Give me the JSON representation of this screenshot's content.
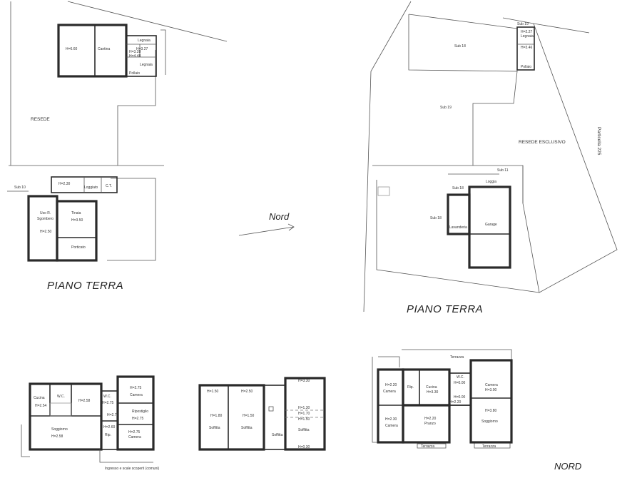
{
  "titles": {
    "piano_terra_left": "PIANO TERRA",
    "piano_terra_right": "PIANO TERRA",
    "nord_arrow": "Nord",
    "nord_bottom": "NORD"
  },
  "top_left": {
    "resede": "RESEDE",
    "h1": "H=6.60",
    "cantina": "Cantina",
    "legnaia1": "Legnaia",
    "h2": "H=3.27",
    "h3": "H=3.28",
    "h4": "H=4.48",
    "legnaia2": "Legnaia",
    "pollaio": "Pollaio"
  },
  "top_right": {
    "sub19a": "Sub 19",
    "sub18": "Sub 18",
    "sub19b": "Sub 19",
    "legnaia": "Legnaia",
    "pollaio": "Pollaio",
    "h1": "H=2.27",
    "h2": "H=3.46",
    "resede_esclusivo": "RESEDE ESCLUSIVO",
    "particella": "Particella 225"
  },
  "mid_left": {
    "sub10": "Sub 10",
    "h1": "H=2.30",
    "loggiato": "Loggiato",
    "ct": "C.T.",
    "uso": "Uso R.",
    "sgombero": "Sgombero",
    "h2": "H=2.50",
    "tinaia": "Tinaia",
    "h3": "H=3.50",
    "porticato": "Porticato"
  },
  "mid_right": {
    "sub11": "Sub 11",
    "sub18a": "Sub 18",
    "loggia": "Loggia",
    "sub18b": "Sub 18",
    "lavanderia": "Lavanderia",
    "garage": "Garage"
  },
  "bot_left": {
    "cucina": "Cucina",
    "wc1": "W.C.",
    "h1": "H=2.54",
    "h2": "H=2.58",
    "wc2": "W.C.",
    "h3": "H=2.75",
    "camera1": "Camera",
    "h4": "H=2.75",
    "h5": "H=2.75",
    "ripostiglio": "Ripostiglio",
    "h6": "H=2.75",
    "soggiorno": "Soggiorno",
    "h7": "H=2.58",
    "h8": "H=2.60",
    "rip": "Rip.",
    "h9": "H=2.75",
    "camera2": "Camera",
    "note": "Ingresso e scale scoperti (comuni)"
  },
  "bot_mid": {
    "h1": "H=1.50",
    "h2": "H=2.50",
    "h3": "H=1.80",
    "h4": "H=1.50",
    "soffitta1": "Soffitta",
    "soffitta2": "Soffitta",
    "soffitta3": "Soffitta",
    "h5": "H=3.30",
    "h6": "H=1.30",
    "h7": "H=1.70",
    "h8": "H=1.50",
    "soffitta4": "Soffitta",
    "h9": "H=0.30"
  },
  "bot_right": {
    "terrazza": "Terrazza",
    "h1": "H=2.20",
    "camera1": "Camera",
    "rip": "Rip.",
    "cucina": "Cucina",
    "h2": "H=3.30",
    "wc": "W.C.",
    "h3": "H=0.00",
    "h4": "H=0.00",
    "camera2": "Camera",
    "h5": "H=3.00",
    "h6": "H=2.20",
    "h7": "H=2.30",
    "camera3": "Camera",
    "h8": "H=2.20",
    "pranzo": "Pranzo",
    "h9": "H=3.80",
    "soggiorno": "Soggiorno",
    "terrazza2": "Terrazza",
    "terrazza3": "Terrazza"
  }
}
